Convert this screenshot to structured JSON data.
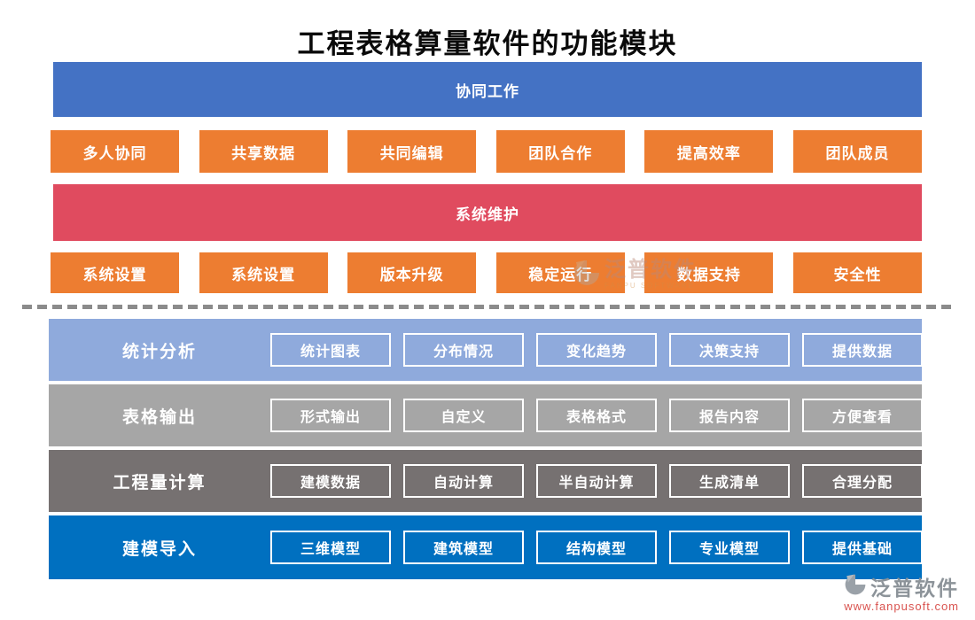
{
  "title": "工程表格算量软件的功能模块",
  "colors": {
    "header_blue": "#4472C4",
    "chip_orange": "#ED7D31",
    "header_red": "#E04B5F",
    "row_light_blue": "#8FAADC",
    "row_gray": "#A6A6A6",
    "row_dark_gray": "#767171",
    "row_blue": "#0070C0",
    "divider_gray": "#8B8B8B",
    "footer_url_red": "#D9534F"
  },
  "top_sections": [
    {
      "header": "协同工作",
      "items": [
        "多人协同",
        "共享数据",
        "共同编辑",
        "团队合作",
        "提高效率",
        "团队成员"
      ]
    },
    {
      "header": "系统维护",
      "items": [
        "系统设置",
        "系统设置",
        "版本升级",
        "稳定运行",
        "数据支持",
        "安全性"
      ]
    }
  ],
  "module_rows": [
    {
      "label": "统计分析",
      "items": [
        "统计图表",
        "分布情况",
        "变化趋势",
        "决策支持",
        "提供数据"
      ]
    },
    {
      "label": "表格输出",
      "items": [
        "形式输出",
        "自定义",
        "表格格式",
        "报告内容",
        "方便查看"
      ]
    },
    {
      "label": "工程量计算",
      "items": [
        "建模数据",
        "自动计算",
        "半自动计算",
        "生成清单",
        "合理分配"
      ]
    },
    {
      "label": "建模导入",
      "items": [
        "三维模型",
        "建筑模型",
        "结构模型",
        "专业模型",
        "提供基础"
      ]
    }
  ],
  "watermark": {
    "text": "泛普软件",
    "subtext": "FANPU SOFTWARE"
  },
  "footer": {
    "brand": "泛普软件",
    "url": "www.fanpusoft.com"
  }
}
